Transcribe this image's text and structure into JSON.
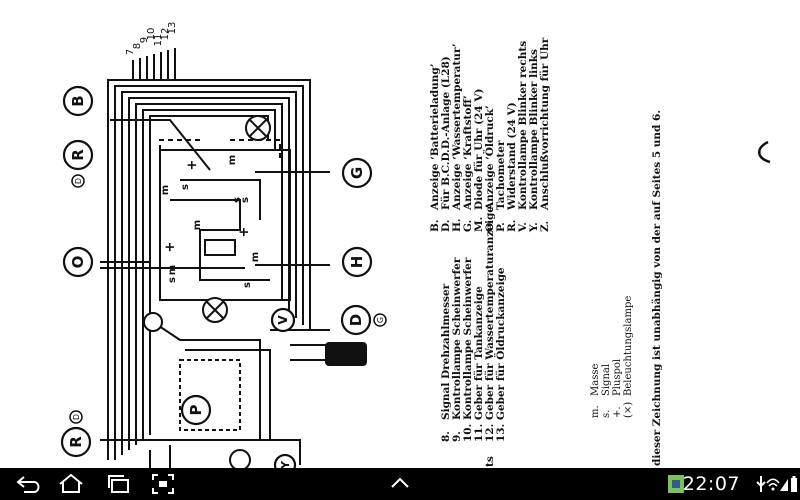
{
  "diagram": {
    "wire_numbers": [
      "7",
      "8",
      "9",
      "10",
      "11",
      "12",
      "13"
    ],
    "component_labels": [
      "B",
      "D",
      "R",
      "G",
      "O",
      "H",
      "D",
      "G",
      "V",
      "P",
      "R",
      "D",
      "Y"
    ],
    "terminal_marks": [
      "m",
      "s",
      "+",
      "m",
      "m",
      "s",
      "+",
      "m",
      "s",
      "s",
      "+",
      "m",
      "s"
    ]
  },
  "legend_left": [
    {
      "key": "8.",
      "text": "Signal Drehzahlmesser"
    },
    {
      "key": "9.",
      "text": "Kontrollampe Scheinwerfer"
    },
    {
      "key": "10.",
      "text": "Kontrollampe Scheinwerfer"
    },
    {
      "key": "11.",
      "text": "Geber für Tankanzeige"
    },
    {
      "key": "12.",
      "text": "Geber für Wassertemperaturanzeige"
    },
    {
      "key": "13.",
      "text": "Geber für Öldruckanzeige"
    }
  ],
  "legend_left_fragments": [
    "ts"
  ],
  "legend_right": [
    {
      "key": "B.",
      "text": "Anzeige ‘Batterieladung’"
    },
    {
      "key": "D.",
      "text": "Für B.C.D.D.-Anlage (L28)"
    },
    {
      "key": "H.",
      "text": "Anzeige ‘Wassertemperatur’"
    },
    {
      "key": "G.",
      "text": "Anzeige ‘Kraftstoff’"
    },
    {
      "key": "M.",
      "text": "Diode für Uhr (24 V)"
    },
    {
      "key": "O.",
      "text": "Anzeige ‘Öldruck’"
    },
    {
      "key": "P.",
      "text": "Tachometer"
    },
    {
      "key": "R.",
      "text": "Widerstand (24 V)"
    },
    {
      "key": "V.",
      "text": "Kontrollampe Blinker rechts"
    },
    {
      "key": "Y.",
      "text": "Kontrollampe Blinker links"
    },
    {
      "key": "Z.",
      "text": "Anschlußvorrichtung für Uhr"
    }
  ],
  "symbol_legend": [
    {
      "key": "m.",
      "text": "Masse"
    },
    {
      "key": "s.",
      "text": "Signal"
    },
    {
      "key": "+.",
      "text": "Pluspol"
    },
    {
      "key": "(×)",
      "text": "Beleuchtungslampe"
    }
  ],
  "footnote": "dieser Zeichnung ist unabhängig von der auf Seites 5 und 6.",
  "status_bar": {
    "time": "22:07",
    "nav_icons": [
      "back-icon",
      "home-icon",
      "recent-apps-icon",
      "screenshot-icon",
      "up-arrow-icon"
    ],
    "status_icons": [
      "notification-icon",
      "app-notification-icon",
      "usb-icon",
      "wifi-icon",
      "signal-icon",
      "battery-icon"
    ]
  }
}
